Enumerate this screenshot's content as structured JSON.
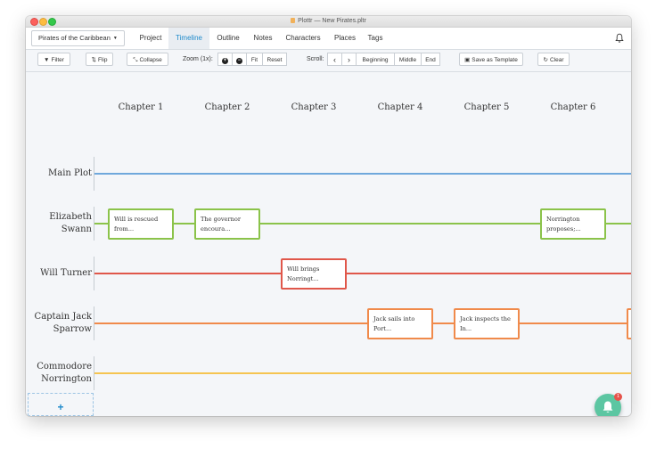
{
  "window": {
    "title": "Plottr — New Pirates.pltr"
  },
  "nav": {
    "project": "Pirates of the Caribbean",
    "tabs": [
      {
        "label": "Project"
      },
      {
        "label": "Timeline"
      },
      {
        "label": "Outline"
      },
      {
        "label": "Notes"
      },
      {
        "label": "Characters"
      },
      {
        "label": "Places"
      },
      {
        "label": "Tags"
      }
    ],
    "active_tab": "Timeline"
  },
  "toolbar": {
    "filter": "Filter",
    "flip": "Flip",
    "collapse": "Collapse",
    "zoom_label": "Zoom (1x):",
    "zoom_in": "+",
    "zoom_out": "−",
    "fit": "Fit",
    "reset": "Reset",
    "scroll_label": "Scroll:",
    "scroll_left": "‹",
    "scroll_right": "›",
    "beginning": "Beginning",
    "middle": "Middle",
    "end": "End",
    "save_template": "Save as Template",
    "clear": "Clear"
  },
  "timeline": {
    "chapters": [
      "Chapter 1",
      "Chapter 2",
      "Chapter 3",
      "Chapter 4",
      "Chapter 5",
      "Chapter 6"
    ],
    "rows": [
      {
        "line1": "Main Plot",
        "line2": "",
        "color": "#6fa8dc"
      },
      {
        "line1": "Elizabeth",
        "line2": "Swann",
        "color": "#8bc34a"
      },
      {
        "line1": "Will Turner",
        "line2": "",
        "color": "#e0574a"
      },
      {
        "line1": "Captain Jack",
        "line2": "Sparrow",
        "color": "#f08a4b"
      },
      {
        "line1": "Commodore",
        "line2": "Norrington",
        "color": "#f5c451"
      }
    ],
    "cards": [
      {
        "line1": "Will is rescued",
        "line2": "from...",
        "row": 1,
        "chapter": 1
      },
      {
        "line1": "The governor",
        "line2": "encoura...",
        "row": 1,
        "chapter": 2
      },
      {
        "line1": "Norrington",
        "line2": "proposes;...",
        "row": 1,
        "chapter": 6
      },
      {
        "line1": "Will brings",
        "line2": "Norringt...",
        "row": 2,
        "chapter": 3
      },
      {
        "line1": "Jack sails into",
        "line2": "Port...",
        "row": 3,
        "chapter": 4
      },
      {
        "line1": "Jack inspects the",
        "line2": "In...",
        "row": 3,
        "chapter": 5
      }
    ],
    "add_row": "+"
  },
  "notifications": {
    "badge": "1"
  },
  "icons": {
    "bell": "bell-icon",
    "filter": "filter-icon",
    "flip": "flip-icon",
    "collapse": "collapse-icon",
    "save": "save-icon",
    "clear": "refresh-icon"
  }
}
